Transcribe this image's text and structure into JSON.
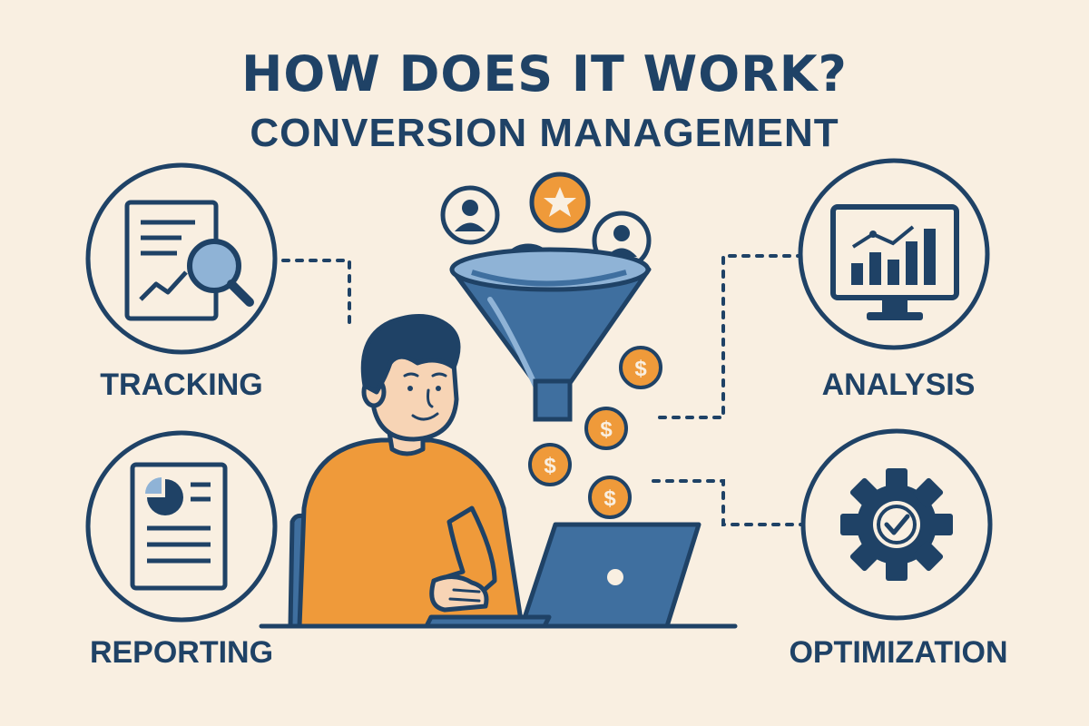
{
  "header": {
    "title": "HOW DOES IT WORK?",
    "subtitle": "CONVERSION MANAGEMENT"
  },
  "steps": [
    {
      "label": "TRACKING",
      "icon": "report-magnifier-icon"
    },
    {
      "label": "ANALYSIS",
      "icon": "monitor-bar-chart-icon"
    },
    {
      "label": "REPORTING",
      "icon": "document-pie-chart-icon"
    },
    {
      "label": "OPTIMIZATION",
      "icon": "gear-check-icon"
    }
  ],
  "funnel": {
    "input_icons": [
      "user-icon",
      "star-icon",
      "user-icon",
      "user-icon"
    ],
    "coin_symbol": "$"
  },
  "colors": {
    "background": "#f9efe1",
    "navy": "#1f4266",
    "blue": "#3f6f9f",
    "light_blue": "#8fb3d6",
    "orange": "#ef9a3a",
    "skin": "#f7d4b5"
  }
}
